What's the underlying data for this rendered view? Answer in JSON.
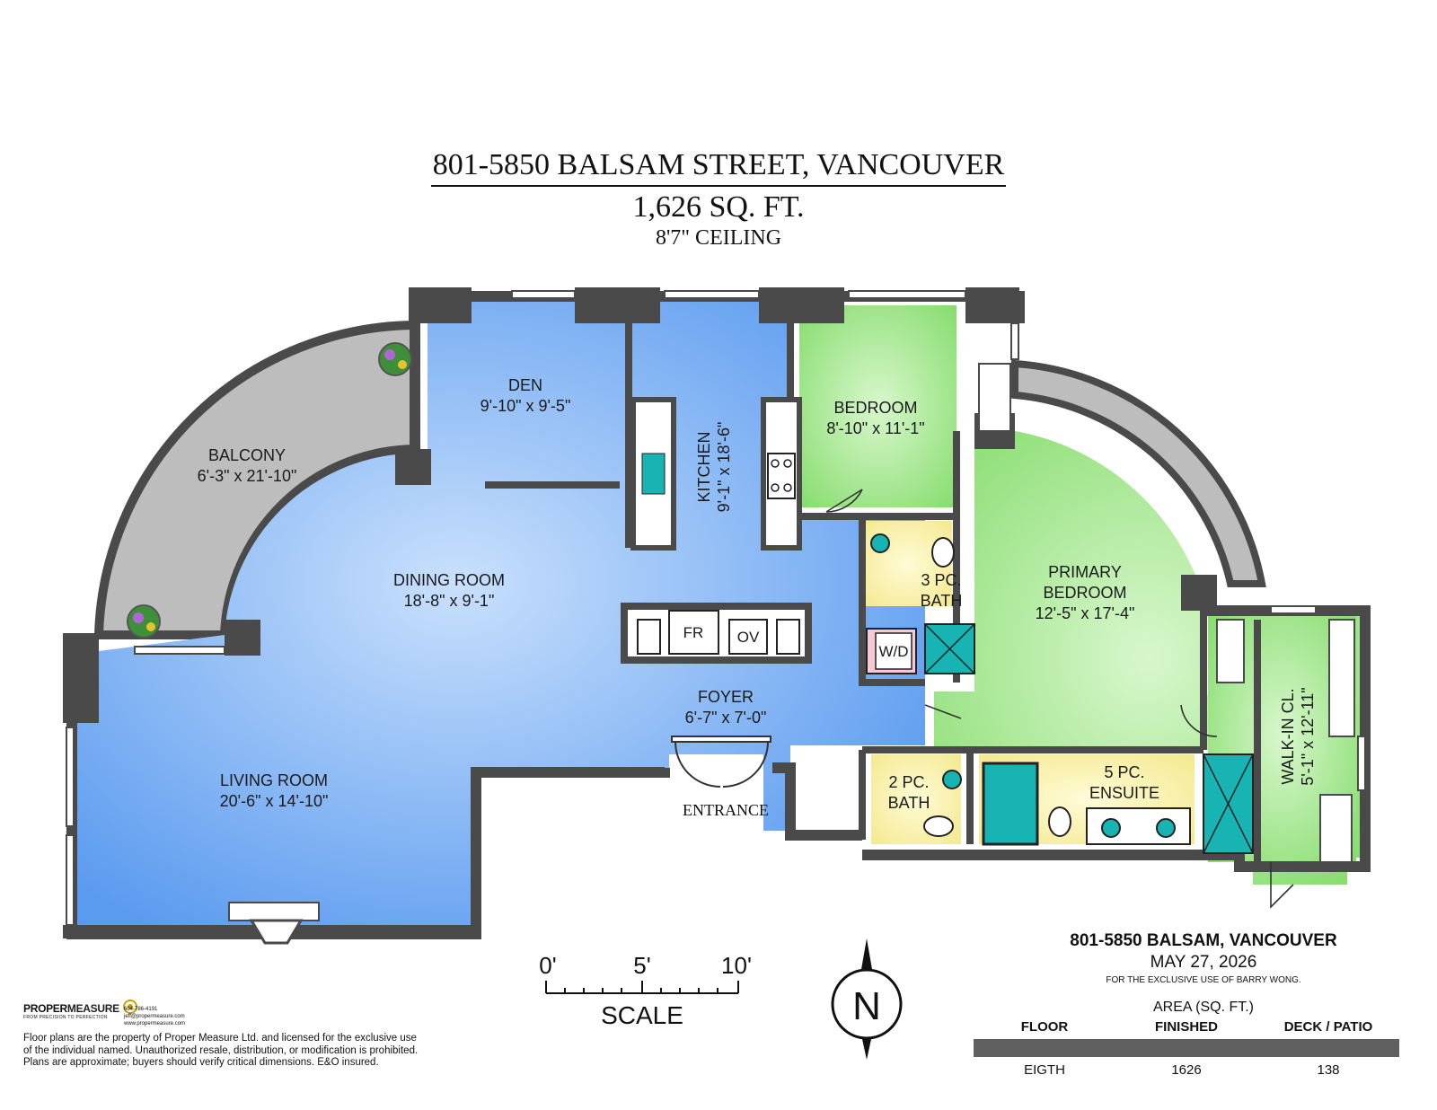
{
  "header": {
    "address": "801-5850 BALSAM STREET, VANCOUVER",
    "area": "1,626 SQ. FT.",
    "ceiling": "8'7\" CEILING"
  },
  "rooms": {
    "den": {
      "name": "DEN",
      "dims": "9'-10\" x 9'-5\""
    },
    "kitchen": {
      "name": "KITCHEN",
      "dims": "9'-1\" x 18'-6\""
    },
    "bedroom": {
      "name": "BEDROOM",
      "dims": "8'-10\" x 11'-1\""
    },
    "balcony": {
      "name": "BALCONY",
      "dims": "6'-3\" x 21'-10\""
    },
    "dining": {
      "name": "DINING ROOM",
      "dims": "18'-8\" x 9'-1\""
    },
    "primary": {
      "name1": "PRIMARY",
      "name2": "BEDROOM",
      "dims": "12'-5\" x 17'-4\""
    },
    "bath3": {
      "line1": "3 PC.",
      "line2": "BATH"
    },
    "wd": "W/D",
    "fr": "FR",
    "ov": "OV",
    "foyer": {
      "name": "FOYER",
      "dims": "6'-7\" x 7'-0\""
    },
    "living": {
      "name": "LIVING ROOM",
      "dims": "20'-6\" x 14'-10\""
    },
    "bath2": {
      "line1": "2 PC.",
      "line2": "BATH"
    },
    "ensuite": {
      "line1": "5 PC.",
      "line2": "ENSUITE"
    },
    "walkin": {
      "name": "WALK-IN CL.",
      "dims": "5'-1\" x 12'-11\""
    },
    "entrance": "ENTRANCE"
  },
  "scale": {
    "ticks": [
      "0'",
      "5'",
      "10'"
    ],
    "label": "SCALE"
  },
  "compass": {
    "letter": "N"
  },
  "info": {
    "address": "801-5850 BALSAM, VANCOUVER",
    "date": "MAY 27, 2026",
    "note": "FOR THE EXCLUSIVE USE OF BARRY WONG.",
    "area_title": "AREA (SQ. FT.)",
    "headers": [
      "FLOOR",
      "FINISHED",
      "DECK / PATIO"
    ],
    "row": [
      "EIGTH",
      "1626",
      "138"
    ]
  },
  "brand": {
    "name_a": "PROPER",
    "name_b": "MEASURE",
    "tagline": "FROM PRECISION TO PERFECTION",
    "phone": "604-786-4191",
    "email": "jeff@propermeasure.com",
    "web": "www.propermeasure.com"
  },
  "disclaimer": "Floor plans are the property of Proper Measure Ltd. and licensed for the exclusive use of the individual named. Unauthorized resale, distribution, or modification is prohibited. Plans are approximate; buyers should verify critical dimensions. E&O insured.",
  "colors": {
    "blue_room": "#5b9bef",
    "blue_light": "#c3dcfb",
    "green_room": "#9fe58a",
    "yellow_bath": "#f7f0a6",
    "balcony_gray": "#bdbdbd",
    "wall": "#4a4a4a",
    "teal_fixture": "#18b3b3"
  }
}
